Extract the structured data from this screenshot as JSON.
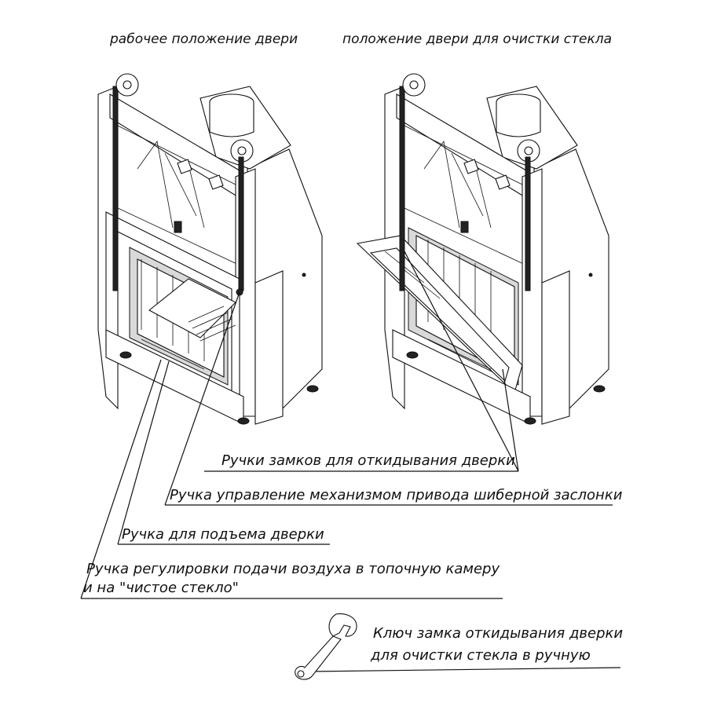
{
  "headings": {
    "working": "рабочее положение двери",
    "cleaning": "положение двери для очистки стекла"
  },
  "callouts": [
    {
      "text": "Ручки замков для откидывания дверки"
    },
    {
      "text": "Ручка управление механизмом привода шиберной заслонки"
    },
    {
      "text": "Ручка для подъема дверки"
    },
    {
      "lines": [
        "Ручка регулировки подачи воздуха в топочную камеру",
        "и на \"чистое стекло\""
      ]
    },
    {
      "lines": [
        "Ключ замка откидывания дверки",
        "для очистки стекла в ручную"
      ]
    }
  ]
}
